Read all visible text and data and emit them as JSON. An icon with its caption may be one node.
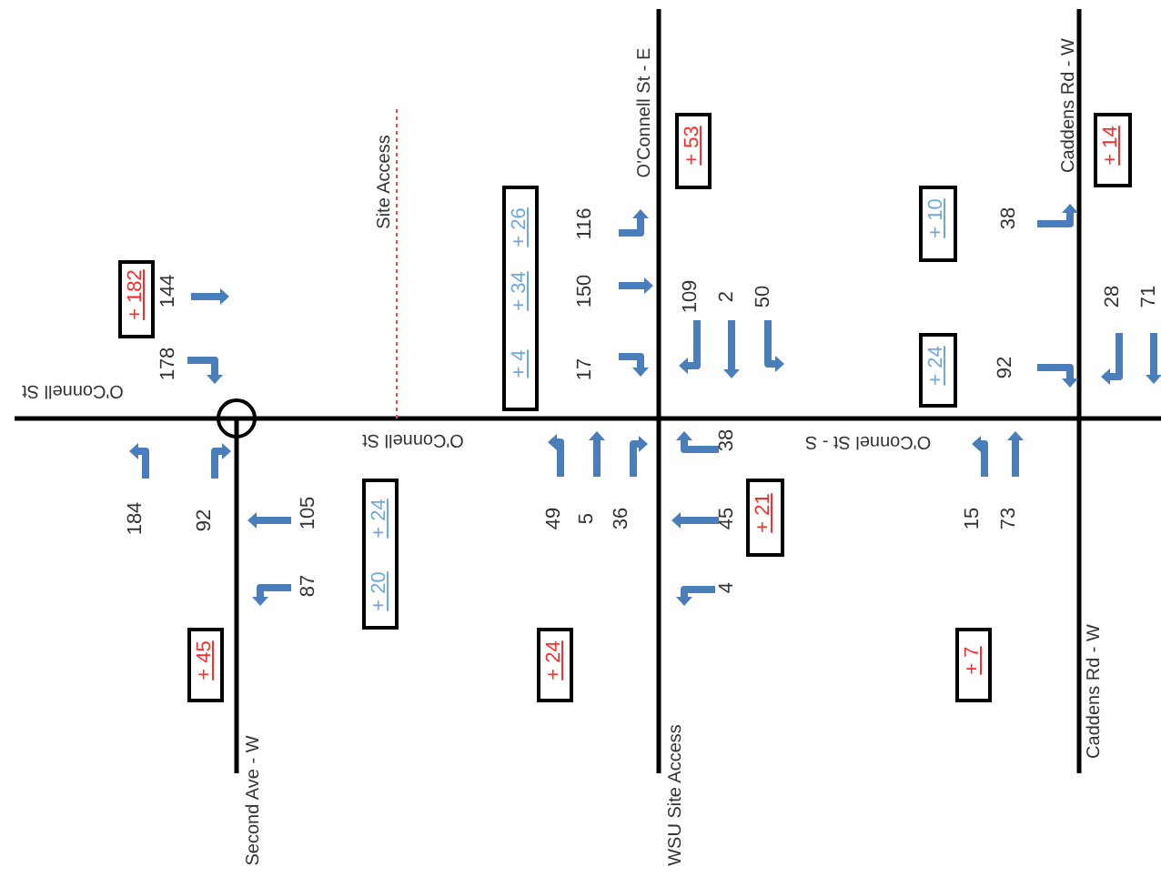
{
  "diagram": {
    "nodes": [
      {
        "text": [
          "+ 53"
        ]
      },
      {
        "text": [
          "+ 14"
        ]
      },
      {
        "text": [
          "+ 4",
          "+ 34",
          "+ 26"
        ]
      },
      {
        "text": [
          "+ 10"
        ]
      },
      {
        "text": [
          "+ 182"
        ]
      },
      {
        "text": [
          "+ 24"
        ]
      },
      {
        "text": [
          "+ 20",
          "+ 24"
        ]
      },
      {
        "text": [
          "+ 21"
        ]
      },
      {
        "text": [
          "+ 45"
        ]
      },
      {
        "text": [
          "+ 24"
        ]
      },
      {
        "text": [
          "+ 7"
        ]
      }
    ],
    "labels": [
      "Site Access",
      "O'Connell St - E",
      "Caddens Rd - W",
      "116",
      "38",
      "144",
      "150",
      "109",
      "2",
      "50",
      "28",
      "71",
      "178",
      "17",
      "92",
      "O'Connell St",
      "O'Connell St",
      "38",
      "O'Connel St - S",
      "184",
      "92",
      "105",
      "49",
      "5",
      "36",
      "45",
      "15",
      "73",
      "87",
      "4",
      "Caddens Rd - W",
      "Second Ave - W",
      "WSU Site Access"
    ]
  }
}
